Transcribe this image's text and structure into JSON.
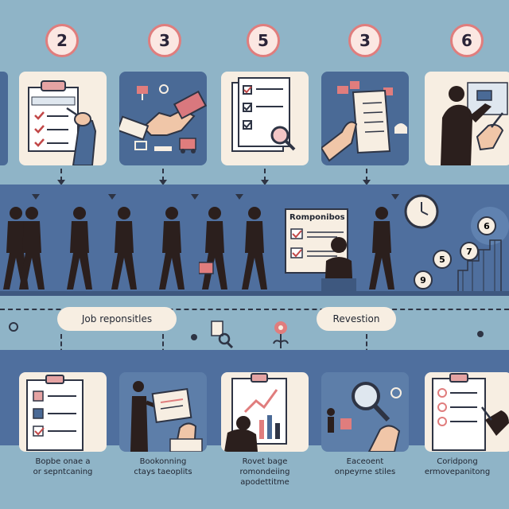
{
  "steps": {
    "numbers": [
      "2",
      "3",
      "5",
      "3",
      "6"
    ]
  },
  "middle": {
    "board_title": "Romponibos"
  },
  "labels": {
    "left_pill": "Job reponsitles",
    "right_pill": "Revestion"
  },
  "captions": [
    {
      "line1": "Bopbe onae a",
      "line2": "or sepntcaning"
    },
    {
      "line1": "Bookonning",
      "line2": "ctays taeoplits"
    },
    {
      "line1": "Rovet bage",
      "line2": "romondeiing",
      "line3": "apodettitme"
    },
    {
      "line1": "Eaceoent",
      "line2": "onpeyrne stiles"
    },
    {
      "line1": "Coridpong",
      "line2": "ermovepanitong"
    }
  ],
  "clock_numbers": [
    "9",
    "5",
    "7",
    "6"
  ],
  "colors": {
    "background": "#8fb4c7",
    "band": "#4f6f9e",
    "accent": "#e07d7d",
    "paper": "#f7eee2",
    "suit": "#2b1f1d"
  }
}
